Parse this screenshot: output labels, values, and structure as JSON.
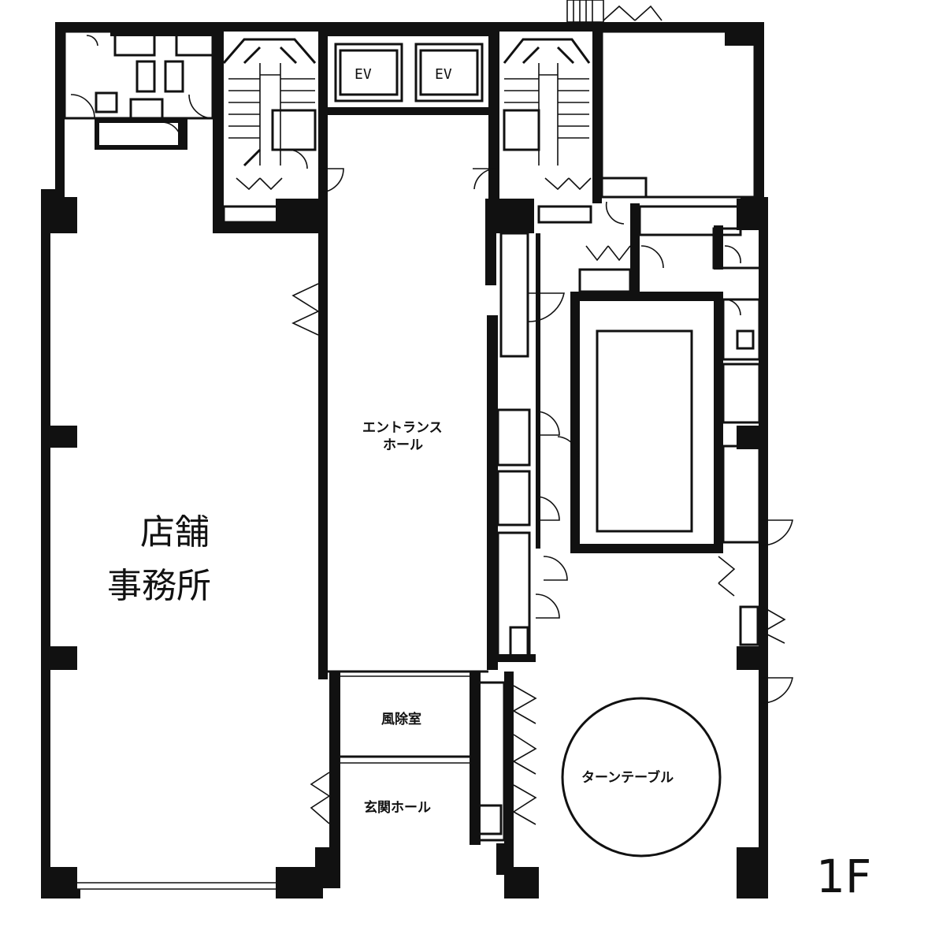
{
  "floor_plan": {
    "floor_label": "1F",
    "rooms": {
      "store_office_line1": "店舗",
      "store_office_line2": "事務所",
      "entrance_hall_line1": "エントランス",
      "entrance_hall_line2": "ホール",
      "windbreak_room": "風除室",
      "vestibule": "玄関ホール",
      "turntable": "ターンテーブル"
    },
    "elevators": [
      "EV",
      "EV"
    ]
  }
}
